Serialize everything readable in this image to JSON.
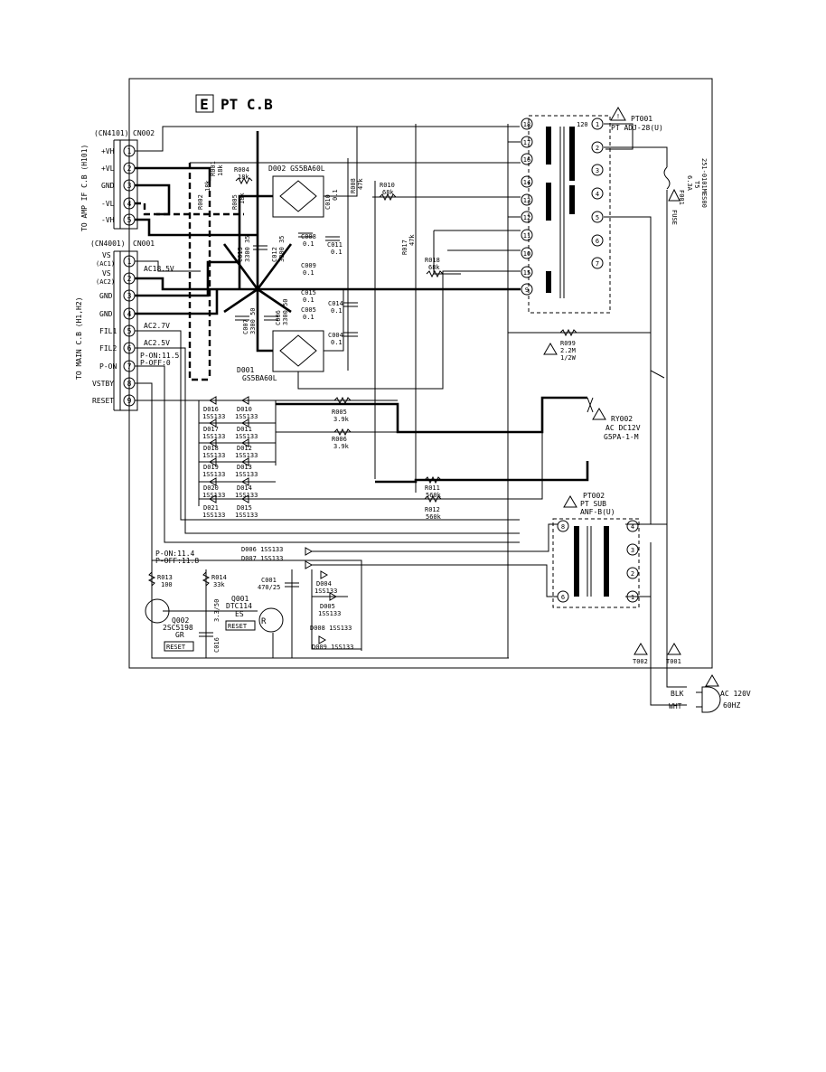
{
  "board": {
    "box_letter": "E",
    "title": "PT C.B"
  },
  "cn4101": {
    "ref": "(CN4101)",
    "local": "CN002",
    "side_label": "TO AMP IF C.B (H101)",
    "pins": [
      {
        "num": "1",
        "label": "+VH"
      },
      {
        "num": "2",
        "label": "+VL"
      },
      {
        "num": "3",
        "label": "GND"
      },
      {
        "num": "4",
        "label": "-VL"
      },
      {
        "num": "5",
        "label": "-VH"
      }
    ]
  },
  "cn4001": {
    "ref": "(CN4001)",
    "local": "CN001",
    "side_label": "TO MAIN C.B (H1,H2)",
    "pins": [
      {
        "num": "1",
        "label": "VS",
        "sub": "(AC1)"
      },
      {
        "num": "2",
        "label": "VS",
        "sub": "(AC2)"
      },
      {
        "num": "3",
        "label": "GND"
      },
      {
        "num": "4",
        "label": "GND"
      },
      {
        "num": "5",
        "label": "FIL1"
      },
      {
        "num": "6",
        "label": "FIL2"
      },
      {
        "num": "7",
        "label": "P-ON"
      },
      {
        "num": "8",
        "label": "VSTBY"
      },
      {
        "num": "9",
        "label": "RESET"
      }
    ]
  },
  "voltages": {
    "ac18": "AC18.5V",
    "ac27": "AC2.7V",
    "ac25": "AC2.5V",
    "pon1": "P-ON:11.5",
    "poff1": "P-OFF:0",
    "pon2": "P-ON:11.4",
    "poff2": "P-OFF:11.8"
  },
  "components": {
    "r001": [
      "R001",
      "18k"
    ],
    "r002": [
      "R002",
      "18k"
    ],
    "r004": [
      "R004",
      "18k"
    ],
    "r005": [
      "R005",
      "18k"
    ],
    "d002": "D002 GS5BA60L",
    "d001": [
      "D001",
      "GS5BA60L"
    ],
    "c013": [
      "C013",
      "3300 35"
    ],
    "c012": [
      "C012",
      "3300 35"
    ],
    "c007": [
      "C007",
      "3300 50"
    ],
    "c006": [
      "C006",
      "3300 50"
    ],
    "c008": [
      "C008",
      "0.1"
    ],
    "c009": [
      "C009",
      "0.1"
    ],
    "c010": [
      "C010",
      "0.1"
    ],
    "c011": [
      "C011",
      "0.1"
    ],
    "c015": [
      "C015",
      "0.1"
    ],
    "c005": [
      "C005",
      "0.1"
    ],
    "c014": [
      "C014",
      "0.1"
    ],
    "c004": [
      "C004",
      "0.1"
    ],
    "r008": [
      "R008",
      "47k"
    ],
    "r010": [
      "R010",
      "68k"
    ],
    "r017": [
      "R017",
      "47k"
    ],
    "r018": [
      "R018",
      "68k"
    ],
    "r005b": [
      "R005",
      "3.9k"
    ],
    "r006": [
      "R006",
      "3.9k"
    ],
    "r011": [
      "R011",
      "560k"
    ],
    "r012": [
      "R012",
      "560k"
    ],
    "r099": [
      "R099",
      "2.2M",
      "1/2W"
    ],
    "diodes": [
      {
        "a": "D016",
        "b": "D010"
      },
      {
        "a": "D017",
        "b": "D011"
      },
      {
        "a": "D018",
        "b": "D012"
      },
      {
        "a": "D019",
        "b": "D013"
      },
      {
        "a": "D020",
        "b": "D014"
      },
      {
        "a": "D021",
        "b": "D015"
      }
    ],
    "diode_type": "1SS133",
    "d006": "D006 1SS133",
    "d007": "D007 1SS133",
    "d004": [
      "D004",
      "1SS133"
    ],
    "d005": [
      "D005",
      "1SS133"
    ],
    "d008": "D008 1SS133",
    "d009": "D009 1SS133",
    "r013": [
      "R013",
      "100"
    ],
    "r014": [
      "R014",
      "33k"
    ],
    "c001": [
      "C001",
      "470/25"
    ],
    "c016": [
      "C016",
      "3.3/50"
    ],
    "q001": [
      "Q001",
      "DTC114",
      "ES"
    ],
    "q002": [
      "Q002",
      "2SC5198",
      "GR"
    ],
    "reset": "RESET"
  },
  "transformers": {
    "pt001": [
      "PT001",
      "PT ADJ-28(U)"
    ],
    "pt001_primary_pins": [
      "1",
      "2",
      "3",
      "4",
      "5",
      "6",
      "7"
    ],
    "pt001_secondary_pins": [
      "18",
      "17",
      "16",
      "14",
      "13",
      "12",
      "11",
      "10",
      "15",
      "9"
    ],
    "pt001_mark": "120",
    "pt002": [
      "PT002",
      "PT SUB",
      "ANF-B(U)"
    ],
    "pt002_left_pins": [
      "8",
      "6"
    ],
    "pt002_right_pins": [
      "4",
      "3",
      "2",
      "1"
    ]
  },
  "fuse": [
    "F001",
    "FUSE",
    "6.3A",
    "T5",
    "251-0101MES00"
  ],
  "relay": [
    "RY002",
    "AC DC12V",
    "G5PA-1-M"
  ],
  "terminals": {
    "t002": "T002",
    "t001": "T001"
  },
  "ac_input": {
    "blk": "BLK",
    "wht": "WHT",
    "voltage": "AC 120V",
    "freq": "60HZ"
  },
  "icons": [
    "warning-triangle-icon"
  ],
  "colors": {
    "ink": "#000000",
    "paper": "#ffffff"
  }
}
